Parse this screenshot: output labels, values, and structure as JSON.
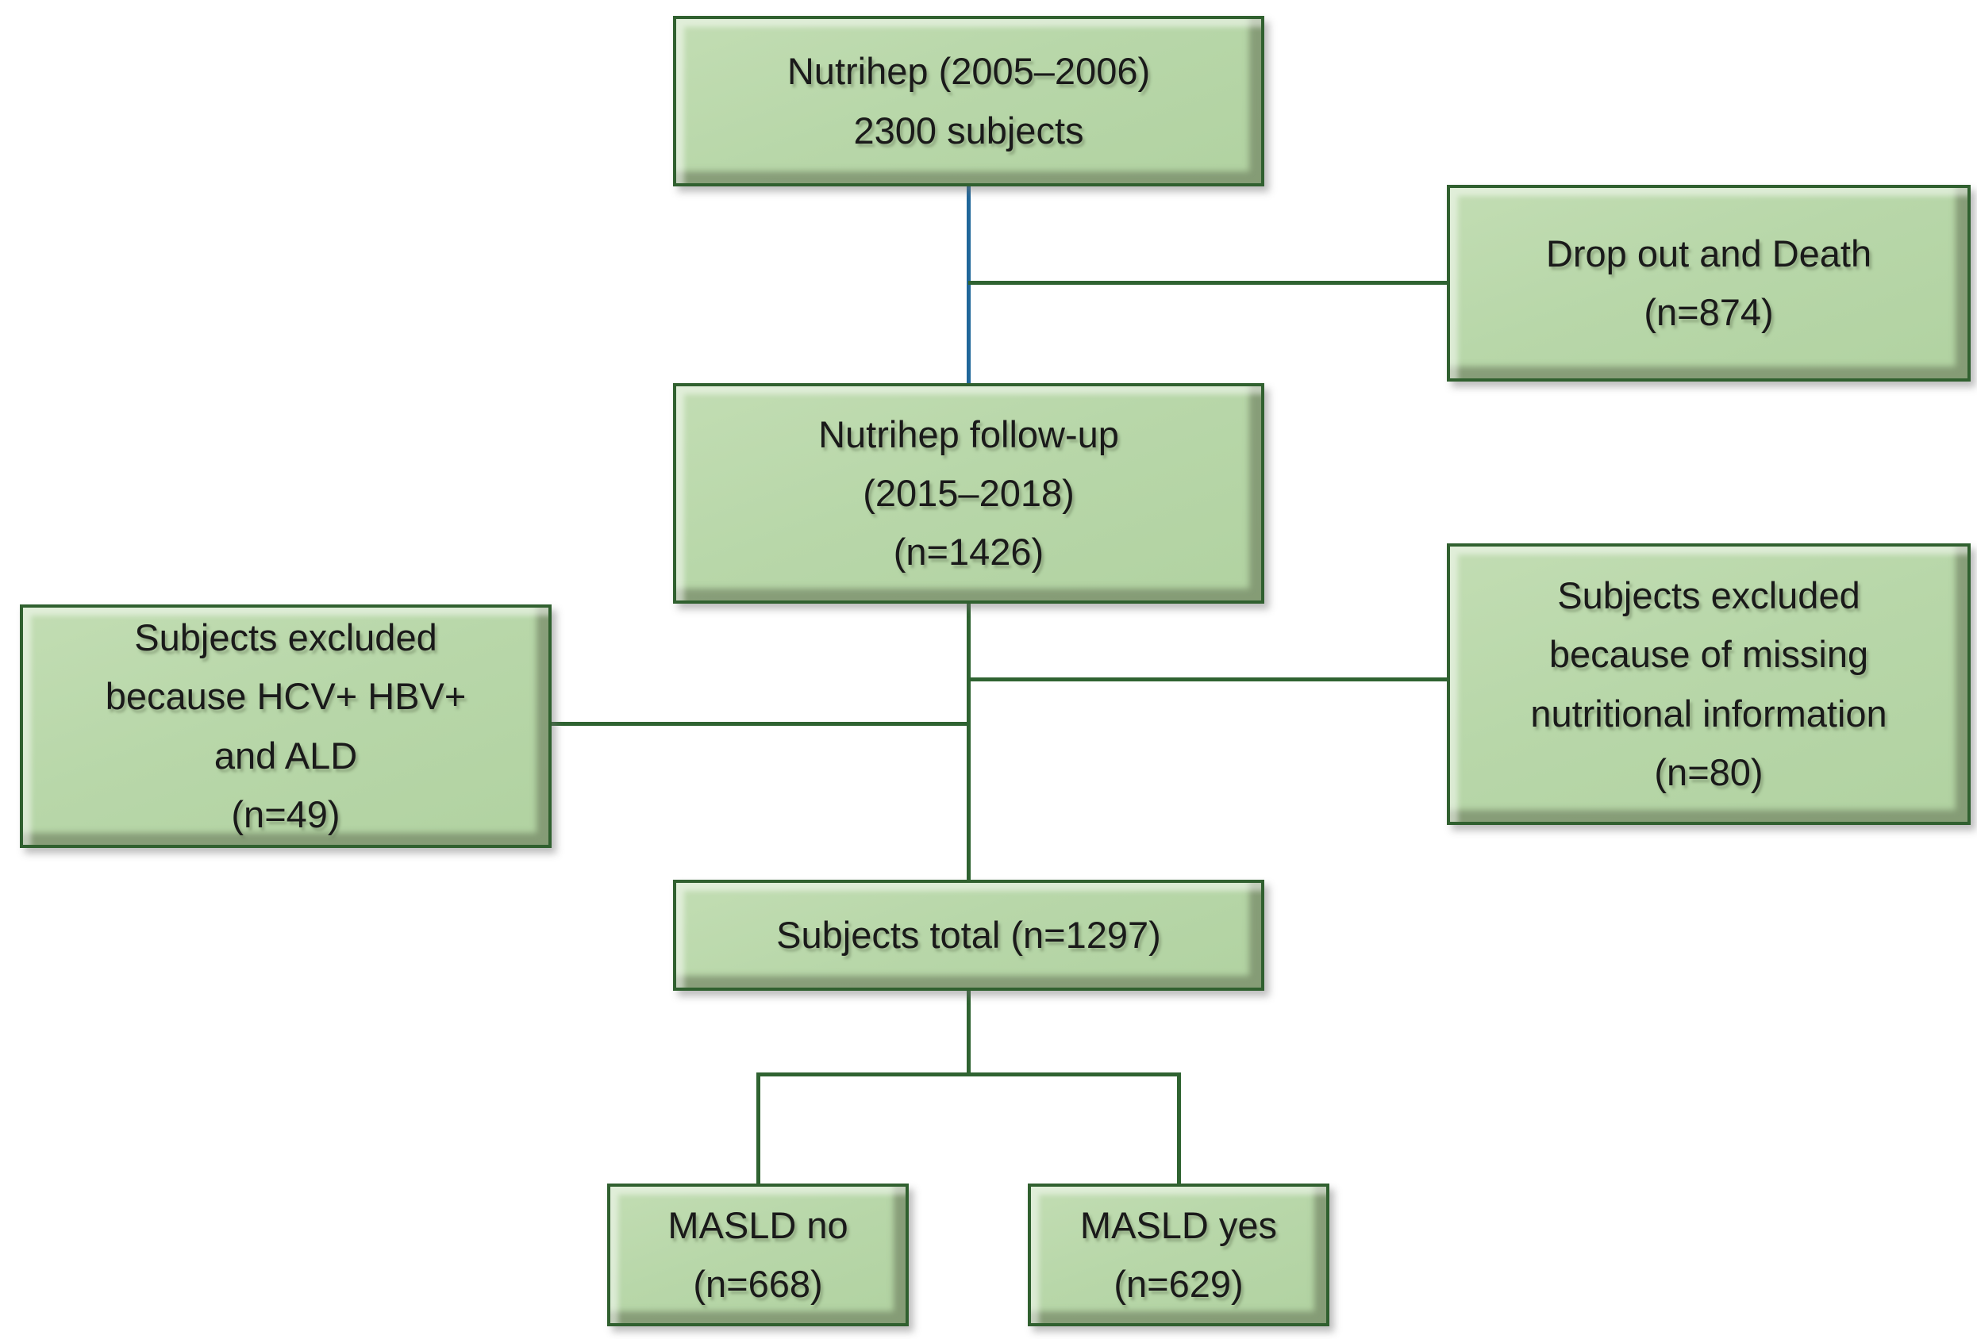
{
  "diagram": {
    "type": "flowchart",
    "background_color": "#ffffff",
    "colors": {
      "box_fill": "#b8d7a9",
      "box_border": "#30602f",
      "connector_green": "#2f6331",
      "connector_blue": "#20679a",
      "text": "#1a1a1a"
    },
    "nodes": [
      {
        "id": "nutrihep-baseline",
        "lines": [
          "Nutrihep (2005–2006)",
          "2300 subjects"
        ]
      },
      {
        "id": "dropout-death",
        "lines": [
          "Drop out and Death",
          "(n=874)"
        ]
      },
      {
        "id": "nutrihep-followup",
        "lines": [
          "Nutrihep follow-up",
          "(2015–2018)",
          "(n=1426)"
        ]
      },
      {
        "id": "excluded-hcv-hbv-ald",
        "lines": [
          "Subjects excluded",
          "because HCV+ HBV+",
          "and ALD",
          "(n=49)"
        ]
      },
      {
        "id": "excluded-missing-nutrition",
        "lines": [
          "Subjects excluded",
          "because of missing",
          "nutritional information",
          "(n=80)"
        ]
      },
      {
        "id": "subjects-total",
        "lines": [
          "Subjects total (n=1297)"
        ]
      },
      {
        "id": "masld-no",
        "lines": [
          "MASLD no",
          "(n=668)"
        ]
      },
      {
        "id": "masld-yes",
        "lines": [
          "MASLD yes",
          "(n=629)"
        ]
      }
    ]
  }
}
